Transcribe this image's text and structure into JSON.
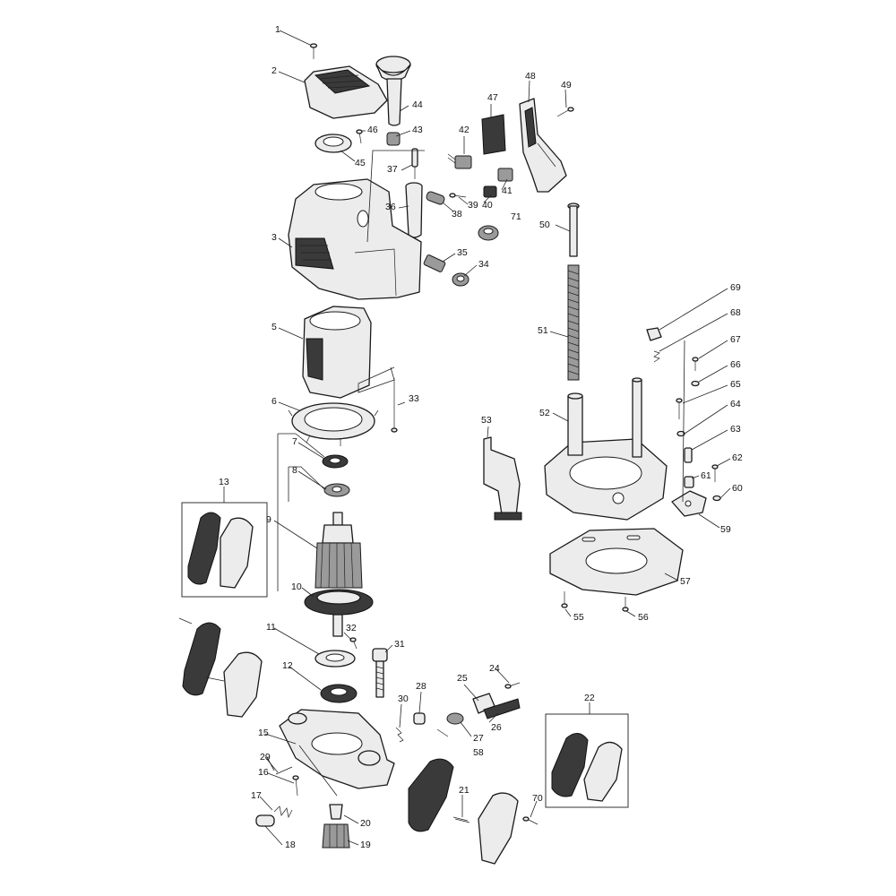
{
  "labels": [
    {
      "id": "1",
      "text": "1"
    },
    {
      "id": "2",
      "text": "2"
    },
    {
      "id": "3",
      "text": "3"
    },
    {
      "id": "5",
      "text": "5"
    },
    {
      "id": "6",
      "text": "6"
    },
    {
      "id": "7",
      "text": "7"
    },
    {
      "id": "8",
      "text": "8"
    },
    {
      "id": "9",
      "text": "9"
    },
    {
      "id": "10",
      "text": "10"
    },
    {
      "id": "11",
      "text": "11"
    },
    {
      "id": "12",
      "text": "12"
    },
    {
      "id": "13",
      "text": "13"
    },
    {
      "id": "15",
      "text": "15"
    },
    {
      "id": "16",
      "text": "16"
    },
    {
      "id": "17",
      "text": "17"
    },
    {
      "id": "18",
      "text": "18"
    },
    {
      "id": "19",
      "text": "19"
    },
    {
      "id": "20",
      "text": "20"
    },
    {
      "id": "21",
      "text": "21"
    },
    {
      "id": "22",
      "text": "22"
    },
    {
      "id": "24",
      "text": "24"
    },
    {
      "id": "25",
      "text": "25"
    },
    {
      "id": "26",
      "text": "26"
    },
    {
      "id": "27",
      "text": "27"
    },
    {
      "id": "28",
      "text": "28"
    },
    {
      "id": "29",
      "text": "29"
    },
    {
      "id": "30",
      "text": "30"
    },
    {
      "id": "31",
      "text": "31"
    },
    {
      "id": "32",
      "text": "32"
    },
    {
      "id": "33",
      "text": "33"
    },
    {
      "id": "34",
      "text": "34"
    },
    {
      "id": "35",
      "text": "35"
    },
    {
      "id": "36",
      "text": "36"
    },
    {
      "id": "37",
      "text": "37"
    },
    {
      "id": "38",
      "text": "38"
    },
    {
      "id": "39",
      "text": "39"
    },
    {
      "id": "40",
      "text": "40"
    },
    {
      "id": "41",
      "text": "41"
    },
    {
      "id": "42",
      "text": "42"
    },
    {
      "id": "43",
      "text": "43"
    },
    {
      "id": "44",
      "text": "44"
    },
    {
      "id": "45",
      "text": "45"
    },
    {
      "id": "46",
      "text": "46"
    },
    {
      "id": "47",
      "text": "47"
    },
    {
      "id": "48",
      "text": "48"
    },
    {
      "id": "49",
      "text": "49"
    },
    {
      "id": "50",
      "text": "50"
    },
    {
      "id": "51",
      "text": "51"
    },
    {
      "id": "52",
      "text": "52"
    },
    {
      "id": "53",
      "text": "53"
    },
    {
      "id": "55",
      "text": "55"
    },
    {
      "id": "56",
      "text": "56"
    },
    {
      "id": "57",
      "text": "57"
    },
    {
      "id": "58",
      "text": "58"
    },
    {
      "id": "59",
      "text": "59"
    },
    {
      "id": "60",
      "text": "60"
    },
    {
      "id": "61",
      "text": "61"
    },
    {
      "id": "62",
      "text": "62"
    },
    {
      "id": "63",
      "text": "63"
    },
    {
      "id": "64",
      "text": "64"
    },
    {
      "id": "65",
      "text": "65"
    },
    {
      "id": "66",
      "text": "66"
    },
    {
      "id": "67",
      "text": "67"
    },
    {
      "id": "68",
      "text": "68"
    },
    {
      "id": "69",
      "text": "69"
    },
    {
      "id": "70",
      "text": "70"
    },
    {
      "id": "71",
      "text": "71"
    }
  ],
  "colors": {
    "ink": "#111111",
    "part_fill": "#ececec",
    "dark_fill": "#3a3a3a",
    "background": "#ffffff"
  }
}
